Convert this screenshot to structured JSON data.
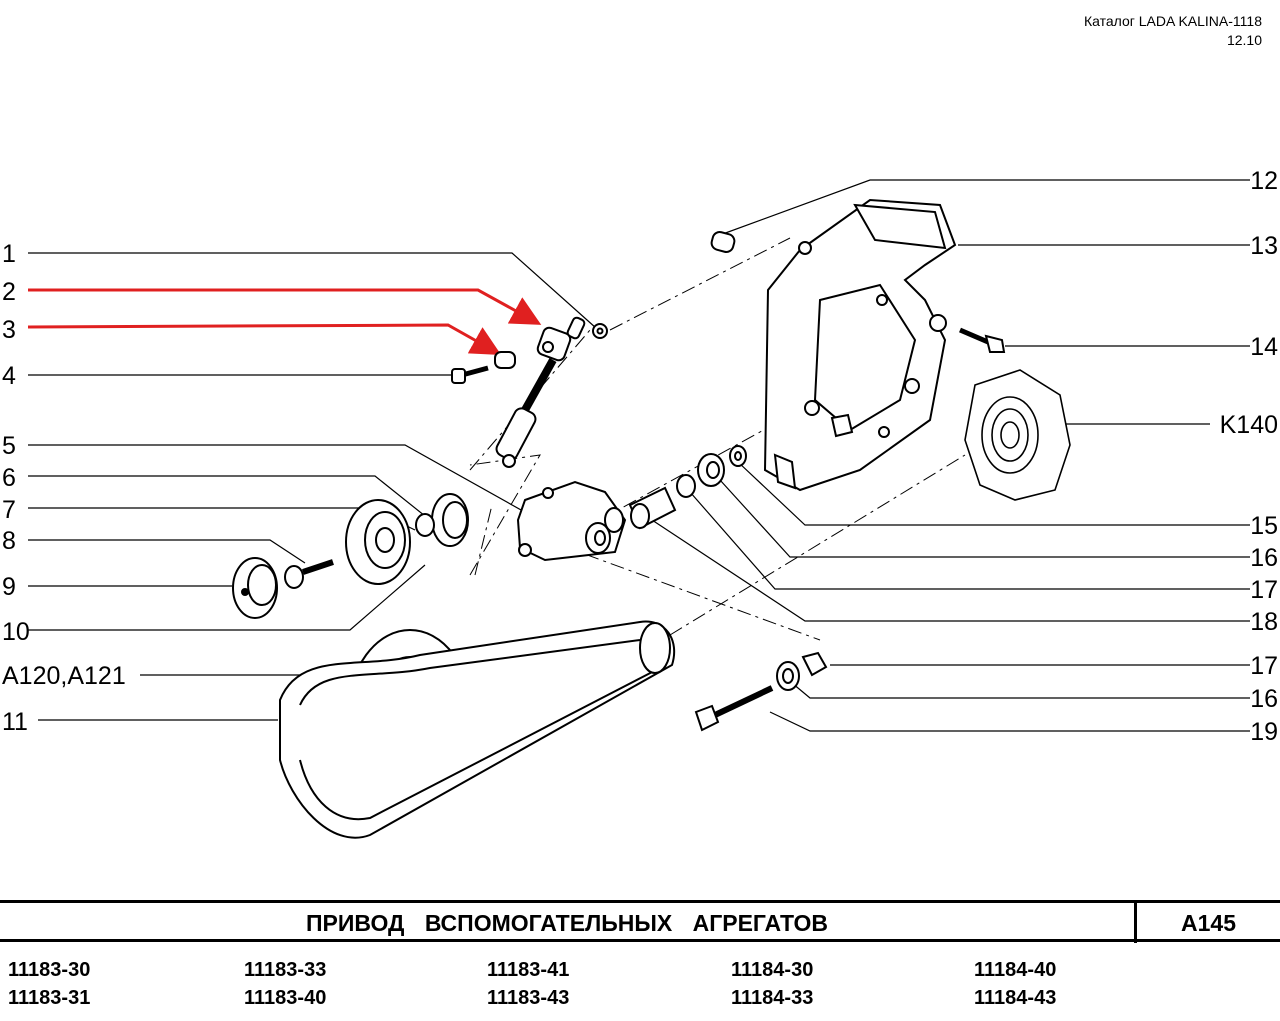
{
  "header": {
    "catalog": "Каталог LADA KALINA-1118",
    "date": "12.10"
  },
  "callouts": {
    "left": [
      "1",
      "2",
      "3",
      "4",
      "5",
      "6",
      "7",
      "8",
      "9",
      "10",
      "A120,A121",
      "11"
    ],
    "right": [
      "12",
      "13",
      "14",
      "K140",
      "15",
      "16",
      "17",
      "18",
      "17",
      "16",
      "19"
    ]
  },
  "highlight_color": "#e02020",
  "title": {
    "text": "ПРИВОД ВСПОМОГАТЕЛЬНЫХ АГРЕГАТОВ",
    "code": "A145"
  },
  "models": [
    [
      "11183-30",
      "11183-31"
    ],
    [
      "11183-33",
      "11183-40"
    ],
    [
      "11183-41",
      "11183-43"
    ],
    [
      "11184-30",
      "11184-33"
    ],
    [
      "11184-40",
      "11184-43"
    ]
  ]
}
